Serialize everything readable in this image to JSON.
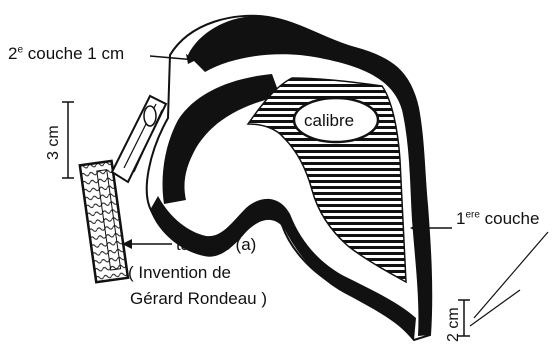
{
  "diagram": {
    "labels": {
      "second_layer_num": "2",
      "second_layer_sup": "e",
      "second_layer_text": " couche 1 cm",
      "gauge": "calibre",
      "first_layer_num": "1",
      "first_layer_sup": "ere",
      "first_layer_text": " couche",
      "float_tool": "taloche (a)",
      "invention_line1": "( Invention de",
      "invention_line2": "Gérard Rondeau )",
      "dim_3cm": "3 cm",
      "dim_2cm": "2 cm"
    },
    "colors": {
      "ink": "#111111",
      "paper": "#ffffff"
    }
  }
}
